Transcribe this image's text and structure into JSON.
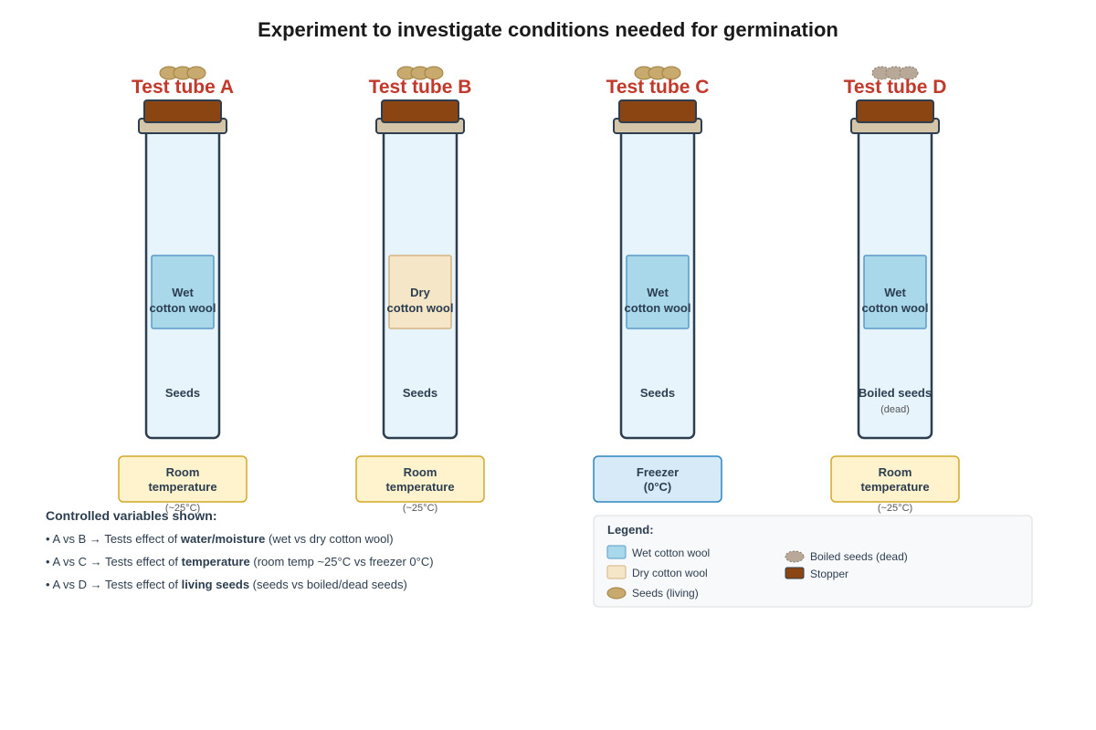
{
  "title": "Experiment to investigate conditions needed for germination",
  "tubes": [
    {
      "label": "Test tube A",
      "wool": [
        "Wet",
        "cotton wool"
      ],
      "wool_type": "wet",
      "seeds": "Seeds",
      "seeds_note": "",
      "seed_state": "living",
      "condition": [
        "Room",
        "temperature"
      ],
      "condition_note": "(~25°C)",
      "condition_type": "room"
    },
    {
      "label": "Test tube B",
      "wool": [
        "Dry",
        "cotton wool"
      ],
      "wool_type": "dry",
      "seeds": "Seeds",
      "seeds_note": "",
      "seed_state": "living",
      "condition": [
        "Room",
        "temperature"
      ],
      "condition_note": "(~25°C)",
      "condition_type": "room"
    },
    {
      "label": "Test tube C",
      "wool": [
        "Wet",
        "cotton wool"
      ],
      "wool_type": "wet",
      "seeds": "Seeds",
      "seeds_note": "",
      "seed_state": "living",
      "condition": [
        "Freezer",
        "(0°C)"
      ],
      "condition_note": "",
      "condition_type": "freezer"
    },
    {
      "label": "Test tube D",
      "wool": [
        "Wet",
        "cotton wool"
      ],
      "wool_type": "wet",
      "seeds": "Boiled seeds",
      "seeds_note": "(dead)",
      "seed_state": "boiled",
      "condition": [
        "Room",
        "temperature"
      ],
      "condition_note": "(~25°C)",
      "condition_type": "room"
    }
  ],
  "controlled": {
    "title": "Controlled variables shown:",
    "items": [
      {
        "pair": "• A vs B",
        "arrow": "→",
        "pre": "Tests effect of",
        "bold": "water/moisture",
        "post": "(wet vs dry cotton wool)"
      },
      {
        "pair": "• A vs C",
        "arrow": "→",
        "pre": "Tests effect of",
        "bold": "temperature",
        "post": "(room temp ~25°C vs freezer 0°C)"
      },
      {
        "pair": "• A vs D",
        "arrow": "→",
        "pre": "Tests effect of",
        "bold": "living seeds",
        "post": "(seeds vs boiled/dead seeds)"
      }
    ]
  },
  "legend": {
    "title": "Legend:",
    "wet": "Wet cotton wool",
    "dry": "Dry cotton wool",
    "seeds": "Seeds (living)",
    "boiled": "Boiled seeds (dead)",
    "stopper": "Stopper"
  },
  "colors": {
    "tube_fill": "#e8f4fb",
    "tube_stroke": "#2c3e50",
    "stopper": "#8b4513",
    "rim": "#d4c4a8",
    "wet_wool": "#a8d8ea",
    "wet_wool_stroke": "#5b9bc8",
    "dry_wool": "#f5e6c8",
    "dry_wool_stroke": "#d4b483",
    "seed_living": "#c8a96e",
    "seed_living_stroke": "#a08040",
    "seed_boiled": "#b8a898",
    "seed_boiled_stroke": "#8a7a6a",
    "room_fill": "#fff3cd",
    "room_stroke": "#d4a82a",
    "freezer_fill": "#d6eaf8",
    "freezer_stroke": "#2e86c1",
    "label_red": "#c0392b"
  }
}
